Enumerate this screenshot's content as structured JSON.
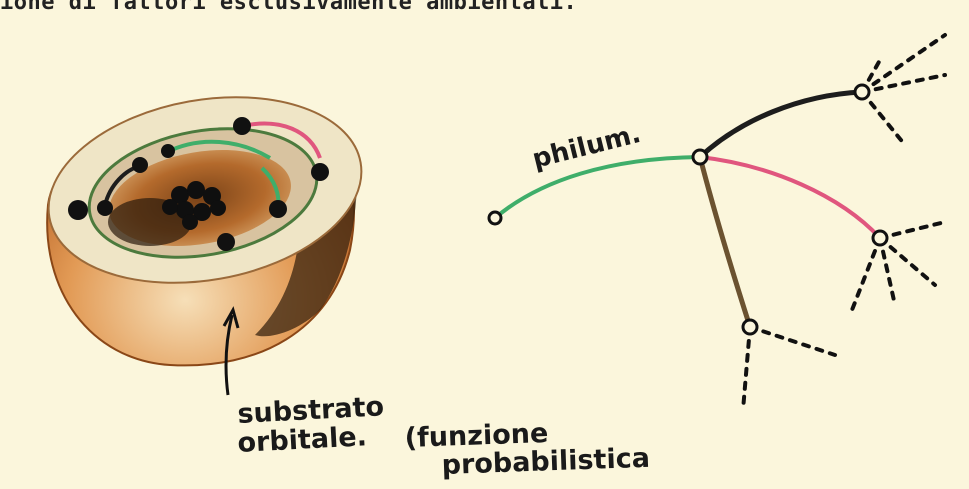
{
  "header": {
    "text": "ione di fattori esclusivamente ambientali."
  },
  "labels": {
    "philum": "philum.",
    "substrato": "substrato",
    "orbitale": "orbitale.",
    "funzione": "(funzione",
    "probabilistica": "probabilistica"
  },
  "colors": {
    "background": "#fbf6dc",
    "orange_shell": "#c8732e",
    "cream_ring": "#efe5c6",
    "green_line": "#3fae6a",
    "pink_line": "#e0567e",
    "brown_line": "#6b5230",
    "black_line": "#1d1d1d"
  }
}
